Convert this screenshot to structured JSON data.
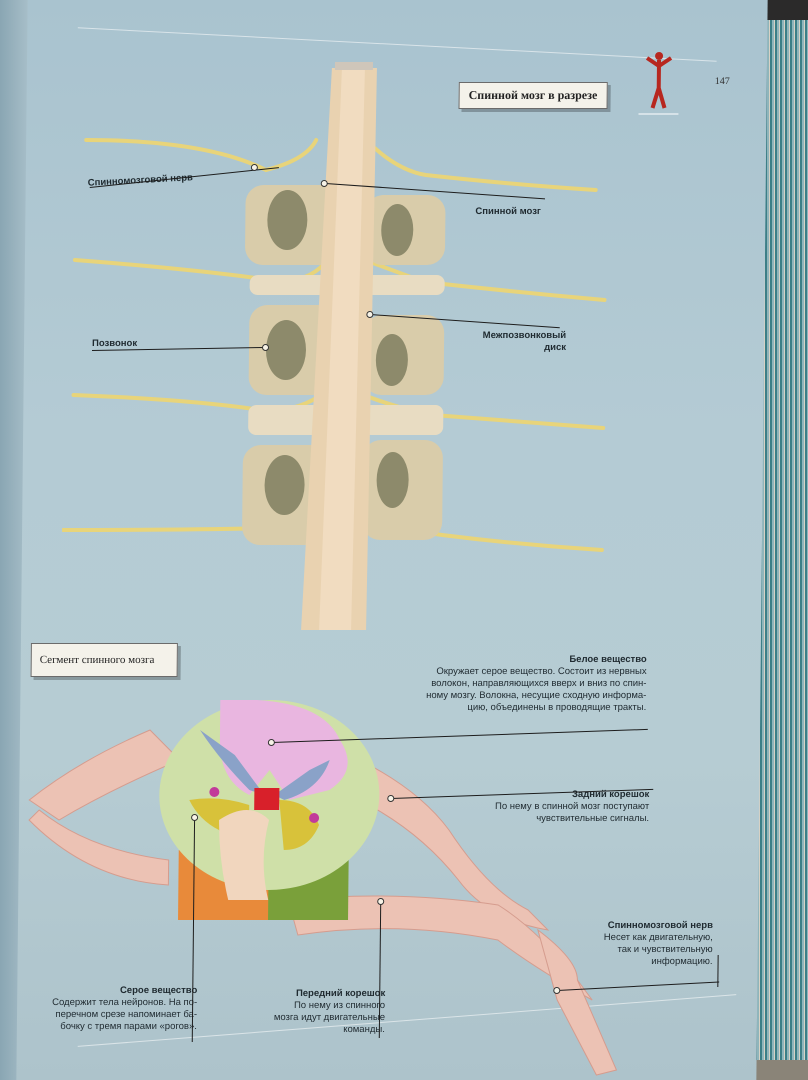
{
  "page_number": "147",
  "section_titles": {
    "cross_section": "Спинной мозг в разрезе",
    "segment": "Сегмент спинного мозга"
  },
  "top_labels": {
    "spinal_nerve": "Спинномозговой нерв",
    "spinal_cord": "Спинной мозг",
    "vertebra": "Позвонок",
    "disc_line1": "Межпозвонковый",
    "disc_line2": "диск"
  },
  "bottom_labels": {
    "white_matter": {
      "head": "Белое вещество",
      "lines": [
        "Окружает серое вещество. Состоит из нервных",
        "волокон, направляющихся вверх и вниз по спин-",
        "ному мозгу. Волокна, несущие сходную информа-",
        "цию, объединены в проводящие тракты."
      ]
    },
    "posterior_root": {
      "head": "Задний корешок",
      "lines": [
        "По нему в спинной мозг поступают",
        "чувствительные сигналы."
      ]
    },
    "spinal_nerve": {
      "head": "Спинномозговой нерв",
      "lines": [
        "Несет как двигательную,",
        "так и чувствительную",
        "информацию."
      ]
    },
    "gray_matter": {
      "head": "Серое вещество",
      "lines": [
        "Содержит тела нейронов. На по-",
        "перечном срезе напоминает ба-",
        "бочку с тремя парами «рогов»."
      ]
    },
    "anterior_root": {
      "head": "Передний корешок",
      "lines": [
        "По нему из спинного",
        "мозга идут двигательные",
        "команды."
      ]
    }
  },
  "colors": {
    "page_bg": "#b4cbd4",
    "cord": "#e9d2b0",
    "nerve": "#e8d47a",
    "white_matter": "#cfe0a8",
    "gray_pink": "#e9b6e0",
    "gray_blue": "#8aa2c8",
    "yellow": "#d8c23a",
    "orange": "#e88a3a",
    "central": "#d8202a",
    "root": "#ecc2b4"
  }
}
